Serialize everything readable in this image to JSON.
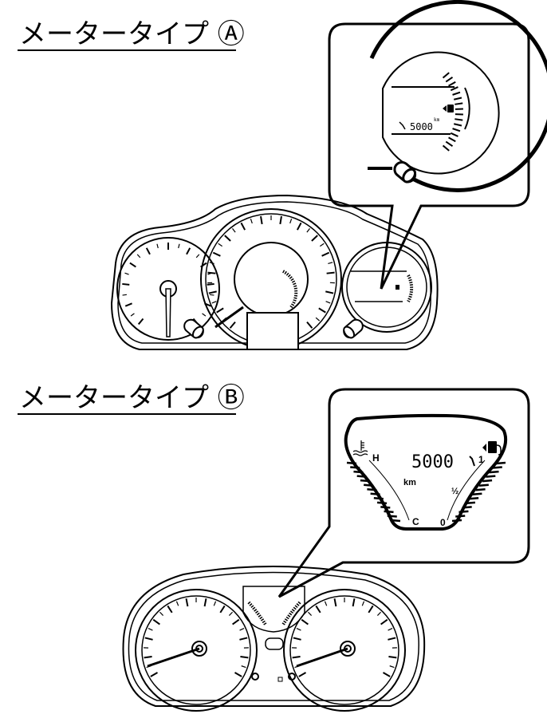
{
  "colors": {
    "ink": "#000000",
    "paper": "#ffffff"
  },
  "meter_a": {
    "title": "メータータイプ Ⓐ",
    "callout": {
      "odometer": "5000",
      "unit": "km",
      "icons": [
        "wrench-icon",
        "fuel-pump-icon"
      ]
    }
  },
  "meter_b": {
    "title": "メータータイプ Ⓑ",
    "callout": {
      "odometer": "5000",
      "unit": "km",
      "temp_high": "H",
      "temp_low": "C",
      "fuel_full": "1",
      "fuel_half": "½",
      "fuel_empty": "0",
      "icons": [
        "coolant-temperature-icon",
        "wrench-icon",
        "fuel-pump-icon"
      ]
    }
  }
}
